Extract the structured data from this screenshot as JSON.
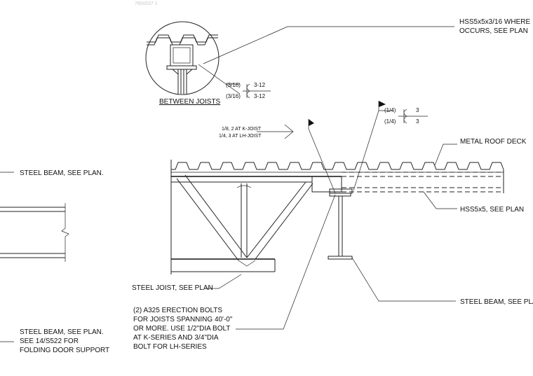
{
  "header_stamp": "760x537 1",
  "labels": {
    "hss_where_1": "HSS5x5x3/16 WHERE",
    "hss_where_2": "OCCURS, SEE PLAN",
    "metal_roof_deck": "METAL ROOF DECK",
    "hss5x5": "HSS5x5, SEE PLAN",
    "steel_beam_right": "STEEL BEAM, SEE PLAN",
    "steel_beam_left_top": "STEEL BEAM, SEE PLAN.",
    "steel_joist": "STEEL JOIST, SEE PLAN",
    "between_joists": "BETWEEN JOISTS",
    "joist_weld_1": "1/8, 2 AT K-JOIST",
    "joist_weld_2": "1/4, 3 AT LH-JOIST",
    "bolt_note": [
      "(2) A325 ERECTION BOLTS",
      "FOR JOISTS SPANNING 40'-0\"",
      "OR MORE. USE 1/2\"DIA BOLT",
      "AT K-SERIES AND 3/4\"DIA",
      "BOLT FOR LH-SERIES"
    ],
    "steel_beam_left_bottom": [
      "STEEL BEAM, SEE PLAN.",
      "SEE 14/S522 FOR",
      "FOLDING DOOR SUPPORT"
    ]
  },
  "weld_detail": {
    "size_top": "(3/16)",
    "len_top": "3-12",
    "size_bottom": "(3/16)",
    "len_bottom": "3-12"
  },
  "weld_right": {
    "size_top": "(1/4)",
    "len_top": "3",
    "size_bottom": "(1/4)",
    "len_bottom": "3"
  }
}
